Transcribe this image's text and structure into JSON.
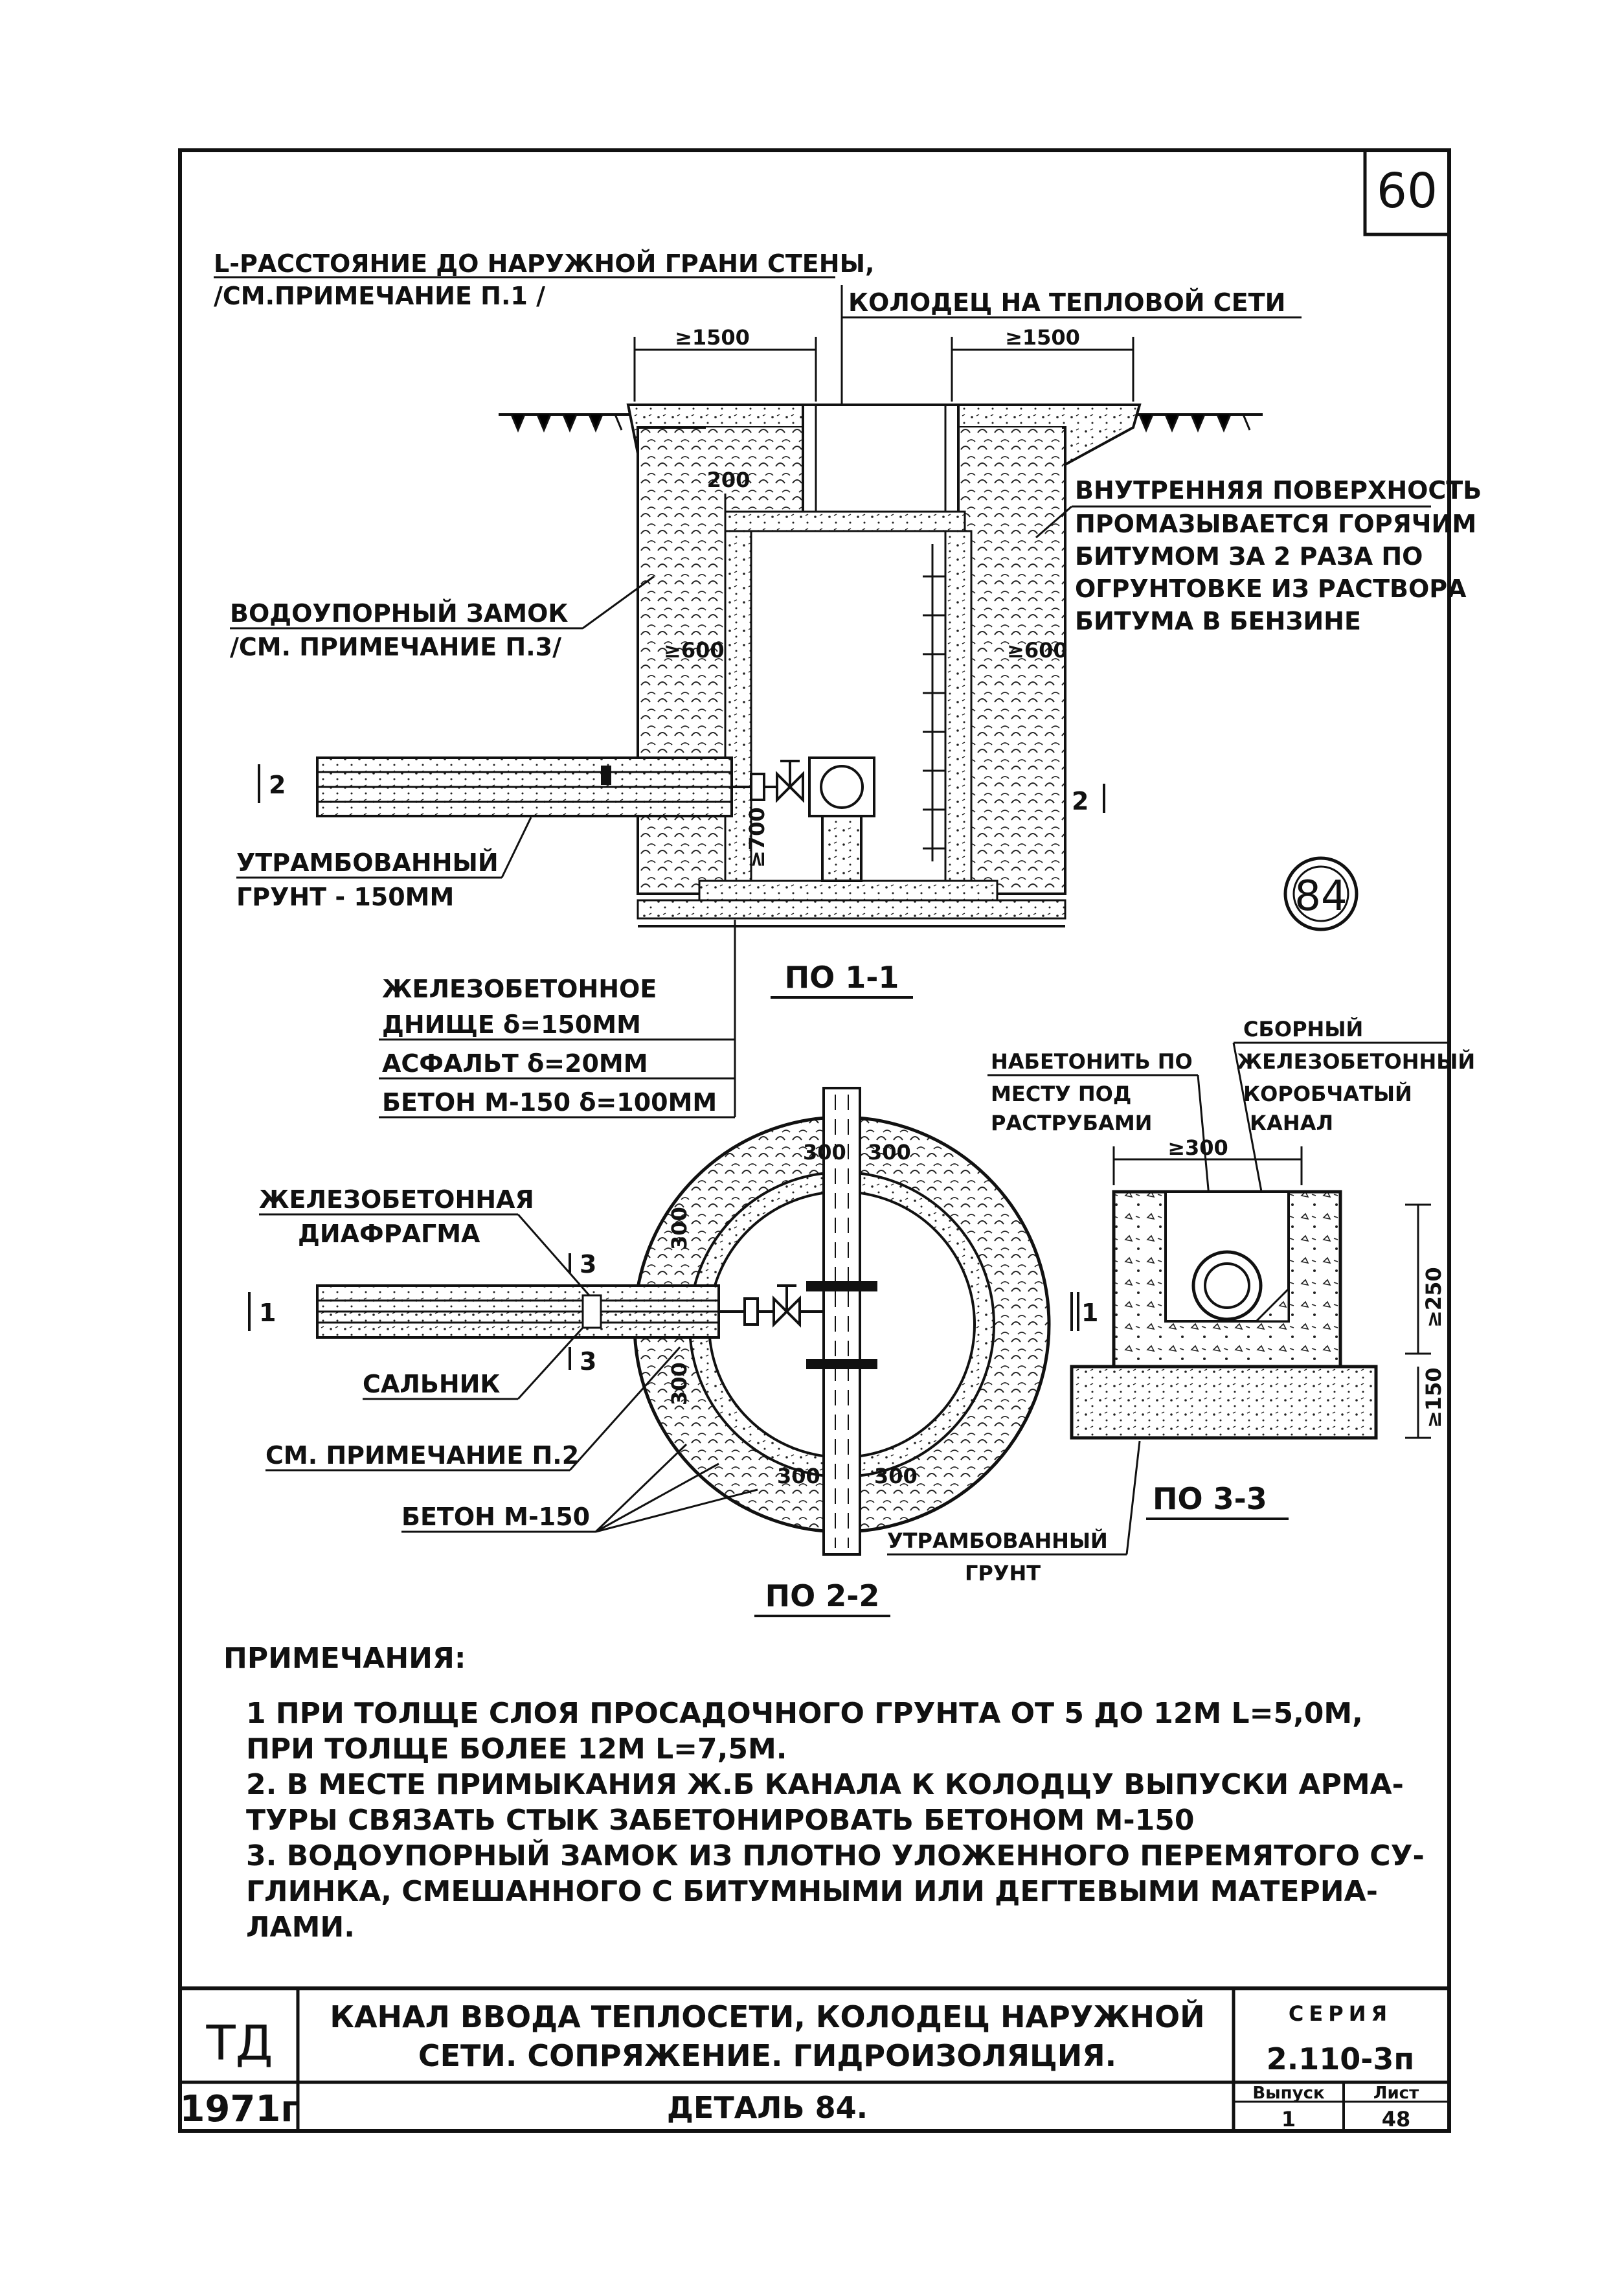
{
  "page_number": "60",
  "detail_number": "84",
  "top_notes": {
    "l_line1": "L-РАССТОЯНИЕ ДО НАРУЖНОЙ ГРАНИ СТЕНЫ,",
    "l_line2": "/СМ.ПРИМЕЧАНИЕ П.1 /",
    "well_title": "КОЛОДЕЦ НА    ТЕПЛОВОЙ СЕТИ"
  },
  "section_1_1": {
    "dim_left": "≥1500",
    "dim_right": "≥1500",
    "dim_200": "200",
    "dim_600_left": "≥600",
    "dim_600_right": "≥600",
    "dim_700": "≥700",
    "inner_surface": [
      "ВНУТРЕННЯЯ ПОВЕРХНОСТЬ",
      "ПРОМАЗЫВАЕТСЯ ГОРЯЧИМ",
      "БИТУМОМ ЗА 2 РАЗА ПО",
      "ОГРУНТОВКЕ ИЗ РАСТВОРА",
      "БИТУМА В БЕНЗИНЕ"
    ],
    "water_lock": [
      "ВОДОУПОРНЫЙ ЗАМОК",
      "/СМ. ПРИМЕЧАНИЕ П.3/"
    ],
    "compacted_soil": [
      "УТРАМБОВАННЫЙ",
      "ГРУНТ - 150ММ"
    ],
    "cut_mark_left": "2",
    "cut_mark_right": "2",
    "bottom_layers": [
      "ЖЕЛЕЗОБЕТОННОЕ",
      "ДНИЩЕ δ=150ММ",
      "АСФАЛЬТ δ=20ММ",
      "БЕТОН М-150 δ=100ММ"
    ],
    "caption": "ПО 1-1"
  },
  "section_2_2": {
    "diaphragm": [
      "ЖЕЛЕЗОБЕТОННАЯ",
      "ДИАФРАГМА"
    ],
    "gland": "САЛЬНИК",
    "see_note": "СМ. ПРИМЕЧАНИЕ П.2",
    "concrete": "БЕТОН М-150",
    "dims": [
      "300",
      "300",
      "300",
      "300",
      "300",
      "300"
    ],
    "cut_mark": "1",
    "cut_mark_right": "1",
    "cut_3_top": "3",
    "cut_3_bottom": "3",
    "caption": "ПО 2-2"
  },
  "section_3_3": {
    "concrete_in_place": [
      "НАБЕТОНИТЬ ПО",
      "МЕСТУ ПОД",
      "РАСТРУБАМИ"
    ],
    "channel": [
      "СБОРНЫЙ",
      "ЖЕЛЕЗОБЕТОННЫЙ",
      "КОРОБЧАТЫЙ",
      "КАНАЛ"
    ],
    "dim_300": "≥300",
    "dim_250": "≥250",
    "dim_150": "≥150",
    "compacted_soil": [
      "УТРАМБОВАННЫЙ",
      "ГРУНТ"
    ],
    "caption": "ПО 3-3"
  },
  "notes": {
    "heading": "ПРИМЕЧАНИЯ:",
    "lines": [
      "1 ПРИ ТОЛЩЕ     СЛОЯ ПРОСАДОЧНОГО ГРУНТА ОТ 5 ДО 12М L=5,0М,",
      "   ПРИ ТОЛЩЕ      БОЛЕЕ 12М  L=7,5М.",
      "2. В МЕСТЕ ПРИМЫКАНИЯ Ж.Б КАНАЛА К КОЛОДЦУ ВЫПУСКИ АРМА-",
      "   ТУРЫ СВЯЗАТЬ СТЫК ЗАБЕТОНИРОВАТЬ БЕТОНОМ М-150",
      "3. ВОДОУПОРНЫЙ  ЗАМОК ИЗ ПЛОТНО УЛОЖЕННОГО ПЕРЕМЯТОГО  СУ-",
      "   ГЛИНКА, СМЕШАННОГО С БИТУМНЫМИ ИЛИ  ДЕГТЕВЫМИ МАТЕРИА-",
      "   ЛАМИ."
    ]
  },
  "title_block": {
    "org": "ТД",
    "year": "1971г",
    "title_line1": "КАНАЛ ВВОДА    ТЕПЛОСЕТИ, КОЛОДЕЦ НАРУЖНОЙ",
    "title_line2": "СЕТИ. СОПРЯЖЕНИЕ. ГИДРОИЗОЛЯЦИЯ.",
    "detail": "ДЕТАЛЬ 84.",
    "series_label": "СЕРИЯ",
    "series_value": "2.110-3п",
    "issue_label": "Выпуск",
    "issue_value": "1",
    "sheet_label": "Лист",
    "sheet_value": "48"
  },
  "colors": {
    "ink": "#111111",
    "paper": "#ffffff"
  }
}
